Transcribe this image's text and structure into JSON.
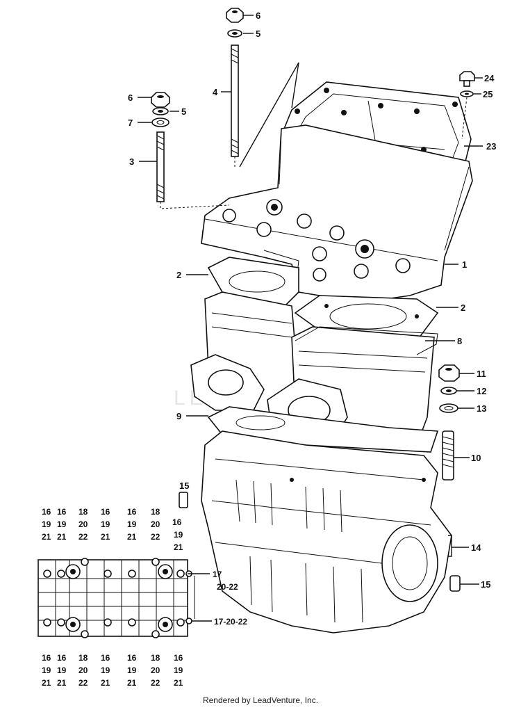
{
  "diagram": {
    "callouts": {
      "c1": "1",
      "c2a": "2",
      "c2b": "2",
      "c3": "3",
      "c4": "4",
      "c5a": "5",
      "c5b": "5",
      "c6a": "6",
      "c6b": "6",
      "c7": "7",
      "c8": "8",
      "c9": "9",
      "c10": "10",
      "c11": "11",
      "c12": "12",
      "c13": "13",
      "c14": "14",
      "c15a": "15",
      "c15b": "15",
      "c23": "23",
      "c24": "24",
      "c25": "25",
      "c16_19_21_side_a": "16",
      "c16_19_21_side_b": "19",
      "c16_19_21_side_c": "21",
      "c17_right_a": "17",
      "c17_right_b": "20-22",
      "c17_right_c": "17-20-22"
    },
    "top_row": [
      {
        "a": "16",
        "b": "19",
        "c": "21"
      },
      {
        "a": "16",
        "b": "19",
        "c": "21"
      },
      {
        "a": "18",
        "b": "20",
        "c": "22"
      },
      {
        "a": "16",
        "b": "19",
        "c": "21"
      },
      {
        "a": "16",
        "b": "19",
        "c": "21"
      },
      {
        "a": "18",
        "b": "20",
        "c": "22"
      }
    ],
    "bottom_row": [
      {
        "a": "16",
        "b": "19",
        "c": "21"
      },
      {
        "a": "16",
        "b": "19",
        "c": "21"
      },
      {
        "a": "18",
        "b": "20",
        "c": "22"
      },
      {
        "a": "16",
        "b": "19",
        "c": "21"
      },
      {
        "a": "16",
        "b": "19",
        "c": "21"
      },
      {
        "a": "18",
        "b": "20",
        "c": "22"
      },
      {
        "a": "16",
        "b": "19",
        "c": "21"
      }
    ],
    "watermark": "LEADVENTURE"
  },
  "footer": {
    "text": "Rendered by LeadVenture, Inc."
  }
}
